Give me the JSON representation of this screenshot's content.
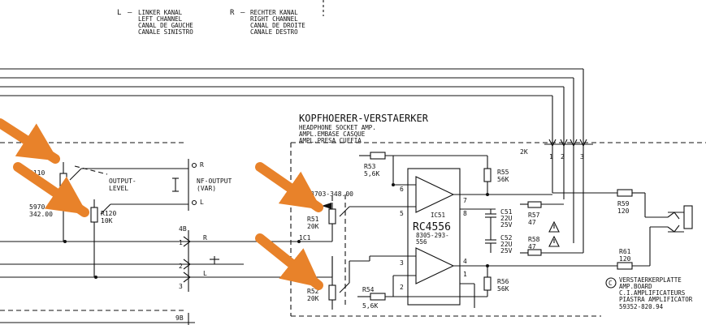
{
  "legend": {
    "left_key": "L",
    "left_dash": "–",
    "left_lines": [
      "LINKER KANAL",
      "LEFT CHANNEL",
      "CANAL DE GAUCHE",
      "CANALE SINISTRO"
    ],
    "right_key": "R",
    "right_dash": "–",
    "right_lines": [
      "RECHTER KANAL",
      "RIGHT CHANNEL",
      "CANAL DE DROITE",
      "CANALE DESTRO"
    ]
  },
  "block": {
    "title": "KOPFHOERER-VERSTAERKER",
    "subtitles": [
      "HEADPHONE SOCKET AMP.",
      "AMPL.EMBASE CASQUE",
      "AMPL.PRESA CUFFIA"
    ]
  },
  "connector_2k": {
    "label": "2K",
    "pins": [
      "1",
      "2",
      "3"
    ]
  },
  "components": {
    "r53": [
      "R53",
      "5,6K"
    ],
    "r55": [
      "R55",
      "56K"
    ],
    "r57": [
      "R57",
      "47"
    ],
    "r58": [
      "R58",
      "47"
    ],
    "r54": [
      "R54",
      "5,6K"
    ],
    "r56": [
      "R56",
      "56K"
    ],
    "r59": [
      "R59",
      "120"
    ],
    "r61": [
      "R61",
      "120"
    ],
    "r51": [
      "R51",
      "20K"
    ],
    "r52": [
      "R52",
      "20K"
    ],
    "r110": "R110",
    "r120": [
      "R120",
      "10K"
    ],
    "c51": [
      "C51",
      "22U",
      "25V"
    ],
    "c52": [
      "C52",
      "22U",
      "25V"
    ],
    "ic": {
      "name": "RC4556",
      "ref": "IC51",
      "part_lines": [
        "8305-293-",
        "556"
      ]
    },
    "part_top": "8703-348.00",
    "part_left": [
      "5970",
      "342.00"
    ],
    "c1": "1C1"
  },
  "output": {
    "output_level": [
      "OUTPUT-",
      "LEVEL"
    ],
    "nf_output": [
      "NF-OUTPUT",
      "(VAR)"
    ],
    "r_pin": "R",
    "l_pin": "L"
  },
  "connector_4b": {
    "label": "4B",
    "pins": [
      "1",
      "2",
      "3"
    ],
    "r_label": "R",
    "l_label": "L"
  },
  "connector_9b": {
    "label": "9B"
  },
  "ic_pins": [
    "6",
    "5",
    "3",
    "2",
    "7",
    "8",
    "4",
    "1"
  ],
  "board_note": {
    "symbol": "C",
    "lines": [
      "VERSTAERKERPLATTE",
      "AMP.BOARD",
      "C.I.AMPLIFICATEURS",
      "PIASTRA AMPLIFICATOR",
      "59352-820.94"
    ]
  },
  "colors": {
    "ink": "#111111",
    "arrow": "#e8822a",
    "background": "#ffffff"
  }
}
